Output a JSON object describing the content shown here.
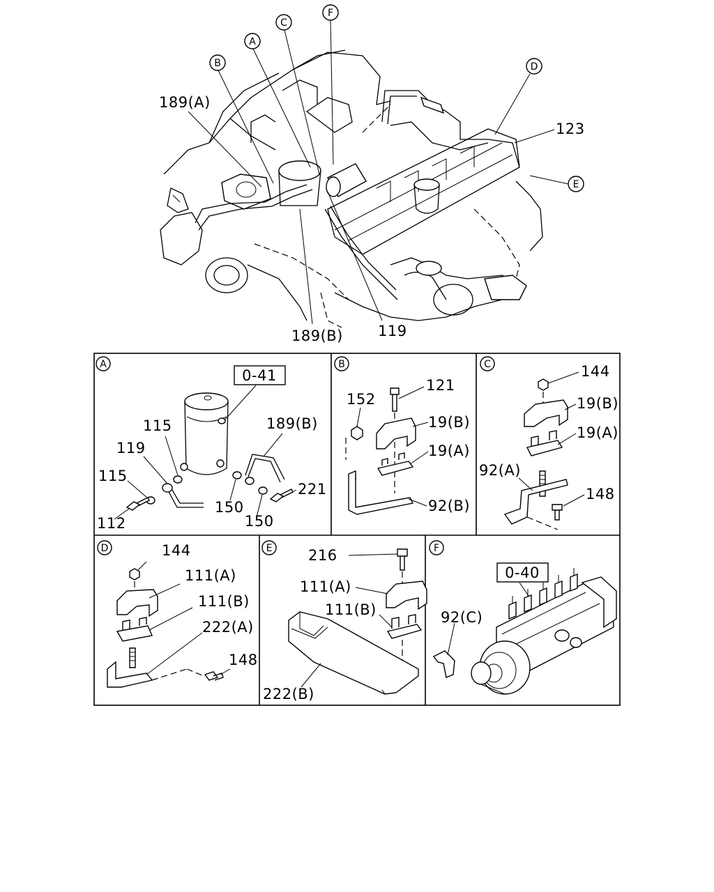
{
  "main_diagram": {
    "callouts": [
      "B",
      "A",
      "C",
      "F",
      "D",
      "E"
    ],
    "labels": [
      "189(A)",
      "123",
      "189(B)",
      "119"
    ]
  },
  "panels": {
    "A": {
      "letter": "A",
      "ref": "0-41",
      "labels": [
        "115",
        "119",
        "115",
        "112",
        "189(B)",
        "150",
        "150",
        "221"
      ]
    },
    "B": {
      "letter": "B",
      "labels": [
        "152",
        "121",
        "19(B)",
        "19(A)",
        "92(B)"
      ]
    },
    "C": {
      "letter": "C",
      "labels": [
        "144",
        "19(B)",
        "19(A)",
        "92(A)",
        "148"
      ]
    },
    "D": {
      "letter": "D",
      "labels": [
        "144",
        "111(A)",
        "111(B)",
        "222(A)",
        "148"
      ]
    },
    "E": {
      "letter": "E",
      "labels": [
        "216",
        "111(A)",
        "111(B)",
        "222(B)"
      ]
    },
    "F": {
      "letter": "F",
      "ref": "0-40",
      "labels": [
        "92(C)"
      ]
    }
  }
}
